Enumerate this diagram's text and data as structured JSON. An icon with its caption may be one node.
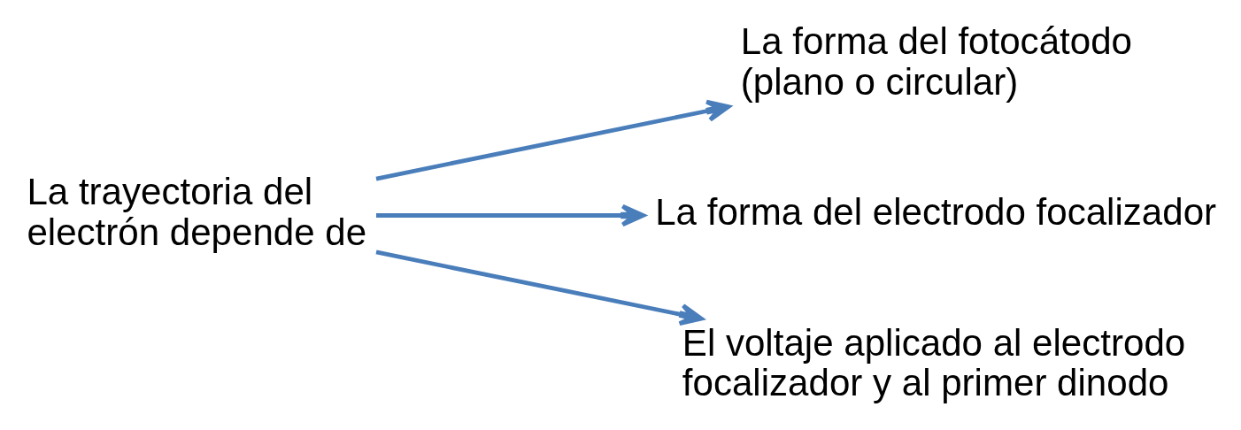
{
  "diagram": {
    "nodes": [
      {
        "text": [
          "La trayectoria del electrón depende de"
        ]
      },
      {
        "text": [
          "La forma del fotocátodo (plano o circular)"
        ]
      },
      {
        "text": [
          "La forma del electrodo focalizador"
        ]
      },
      {
        "text": [
          "El voltaje aplicado al electrodo focalizador y al primer dinodo"
        ]
      }
    ],
    "edges": [
      {
        "from": 0,
        "to": 1,
        "arrow": "to"
      },
      {
        "from": 0,
        "to": 2,
        "arrow": "to"
      },
      {
        "from": 0,
        "to": 3,
        "arrow": "to"
      }
    ]
  }
}
